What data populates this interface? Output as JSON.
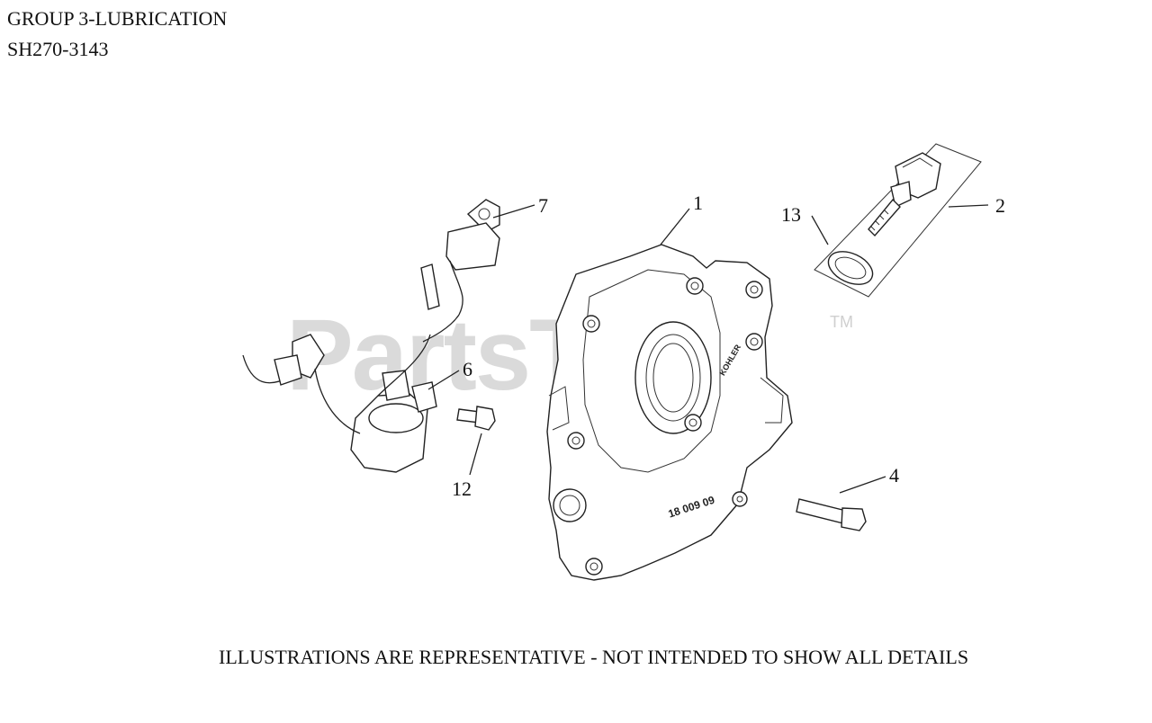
{
  "header": {
    "title": "GROUP 3-LUBRICATION",
    "model": "SH270-3143"
  },
  "watermark": {
    "text": "PartsTree",
    "trademark": "TM"
  },
  "part_stamps": {
    "brand": "KOHLER",
    "number": "18 009 09"
  },
  "callouts": [
    "1",
    "2",
    "4",
    "6",
    "7",
    "12",
    "13"
  ],
  "footer": {
    "disclaimer": "ILLUSTRATIONS ARE REPRESENTATIVE - NOT INTENDED TO SHOW ALL DETAILS"
  }
}
